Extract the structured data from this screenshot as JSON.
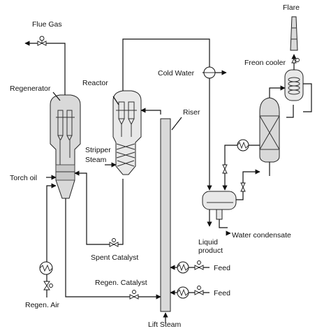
{
  "diagram": {
    "labels": {
      "flue_gas": "Flue Gas",
      "flare": "Flare",
      "freon_cooler": "Freon cooler",
      "cold_water": "Cold Water",
      "regenerator": "Regenerator",
      "reactor": "Reactor",
      "riser": "Riser",
      "stripper_steam_line1": "Stripper",
      "stripper_steam_line2": "Steam",
      "torch_oil": "Torch oil",
      "liquid_product_line1": "Liquid",
      "liquid_product_line2": "product",
      "water_condensate": "Water condensate",
      "spent_catalyst": "Spent Catalyst",
      "feed_upper": "Feed",
      "feed_lower": "Feed",
      "regen_catalyst": "Regen. Catalyst",
      "regen_air": "Regen. Air",
      "lift_steam": "Lift Steam"
    }
  }
}
